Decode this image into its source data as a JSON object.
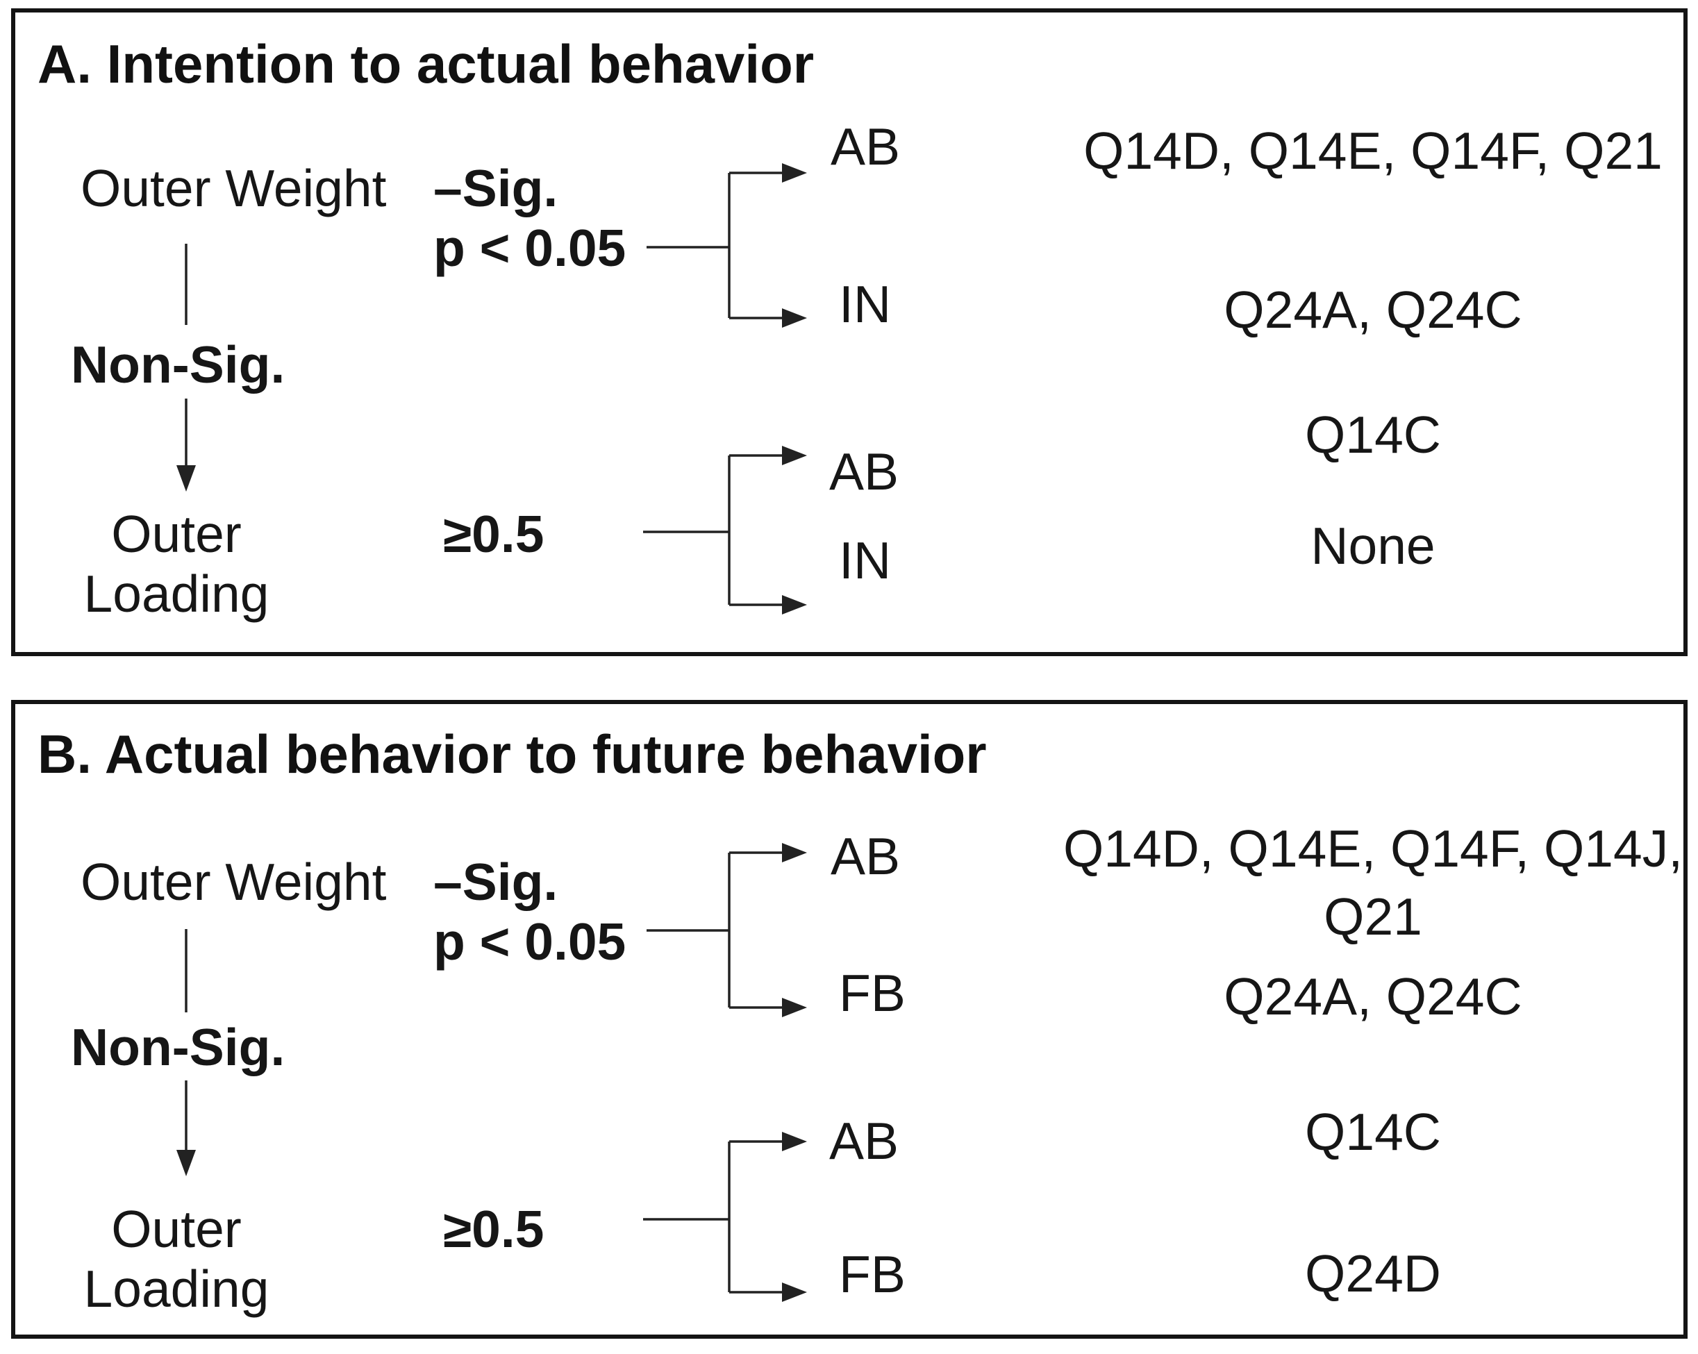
{
  "figure": {
    "background": "#ffffff",
    "border_color": "#141414",
    "line_color": "#222222"
  },
  "panels": [
    {
      "title": "A. Intention to actual behavior",
      "outer_weight": "Outer Weight",
      "sig_label": "–Sig.",
      "sig_condition": "p < 0.05",
      "non_sig": "Non-Sig.",
      "outer_loading": "Outer\nLoading",
      "loading_threshold": "≥0.5",
      "weight_branch": {
        "top_code": "AB",
        "top_items": "Q14D, Q14E, Q14F, Q21",
        "bottom_code": "IN",
        "bottom_items": "Q24A, Q24C"
      },
      "loading_branch": {
        "top_code": "AB",
        "top_items": "Q14C",
        "bottom_code": "IN",
        "bottom_items": "None"
      }
    },
    {
      "title": "B. Actual behavior to future behavior",
      "outer_weight": "Outer Weight",
      "sig_label": "–Sig.",
      "sig_condition": "p < 0.05",
      "non_sig": "Non-Sig.",
      "outer_loading": "Outer\nLoading",
      "loading_threshold": "≥0.5",
      "weight_branch": {
        "top_code": "AB",
        "top_items": "Q14D, Q14E, Q14F, Q14J,\nQ21",
        "bottom_code": "FB",
        "bottom_items": "Q24A, Q24C"
      },
      "loading_branch": {
        "top_code": "AB",
        "top_items": "Q14C",
        "bottom_code": "FB",
        "bottom_items": "Q24D"
      }
    }
  ]
}
